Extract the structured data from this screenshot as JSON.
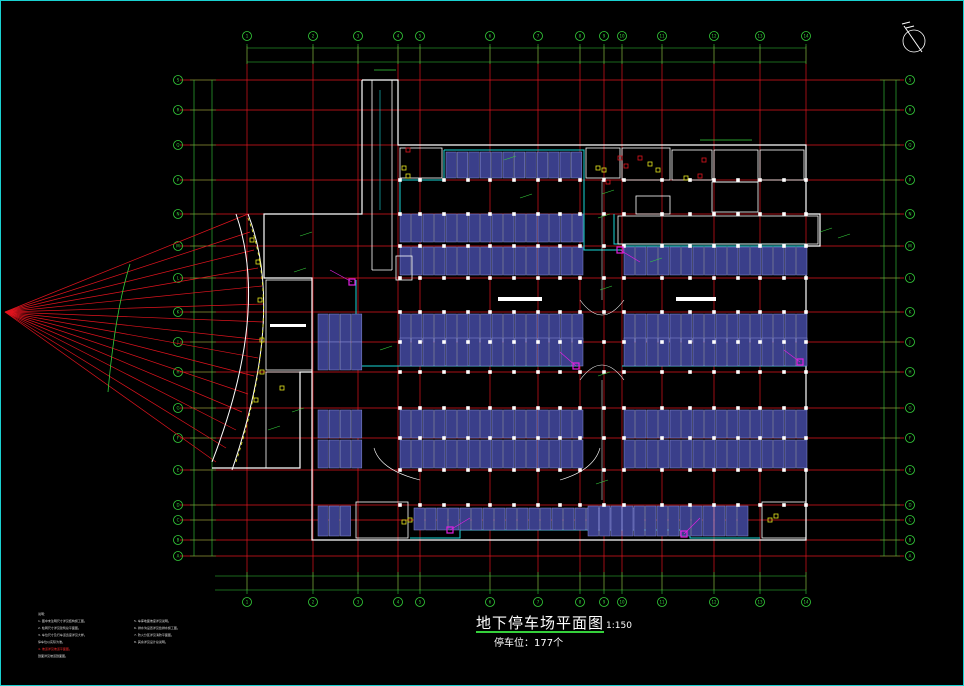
{
  "drawing": {
    "title": "地下停车场平面图",
    "scale": "1:150",
    "subtitle": "停车位：177个"
  },
  "grid": {
    "top_labels": [
      "1",
      "2",
      "3",
      "4",
      "5",
      "6",
      "7",
      "8",
      "9",
      "10",
      "11",
      "12",
      "13",
      "14"
    ],
    "left_labels": [
      "S",
      "R",
      "Q",
      "P",
      "N",
      "M",
      "L",
      "K",
      "J",
      "H",
      "G",
      "F",
      "E",
      "D",
      "C",
      "B",
      "A"
    ]
  },
  "notes": {
    "heading": "说明：",
    "left": [
      "1. 图中未注明尺寸详见结构施工图。",
      "2. 柱网尺寸详见建筑总平面图。",
      "3. 车位尺寸及行车道宽度详见大样。",
      "   停车位以实际为准。",
      "4. 坡道详见坡道平面图。",
      "   剖面详见坡道剖面图。"
    ],
    "right": [
      "5. 车库地面坡度详见说明。",
      "6. 排水沟设置详见给排水施工图。",
      "7. 防火分区详见消防平面图。",
      "8. 其余详见设计总说明。"
    ]
  },
  "colors": {
    "background": "#000000",
    "grid_line": "#e0141e",
    "wall": "#ffffff",
    "cyan": "#19d6d6",
    "green": "#35d13b",
    "magenta": "#e020e0",
    "yellow": "#e8e820",
    "parking_fill": "#3a3f8a"
  }
}
